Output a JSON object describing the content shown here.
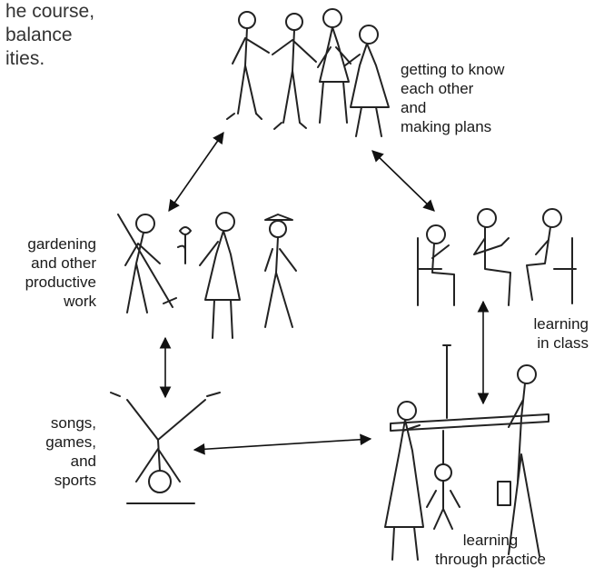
{
  "intro_text": "he course,\nbalance\nities.",
  "labels": {
    "plans": "getting to know\neach other\nand\nmaking plans",
    "gardening": "gardening\nand other\nproductive\nwork",
    "class": "learning\nin class",
    "songs": "songs,\ngames,\nand\nsports",
    "practice": "learning\nthrough practice"
  },
  "illustrations": [
    "four people holding hands",
    "people gardening with hoe",
    "people seated in chairs reading",
    "child doing a handstand",
    "two adults weighing a baby on a scale"
  ]
}
